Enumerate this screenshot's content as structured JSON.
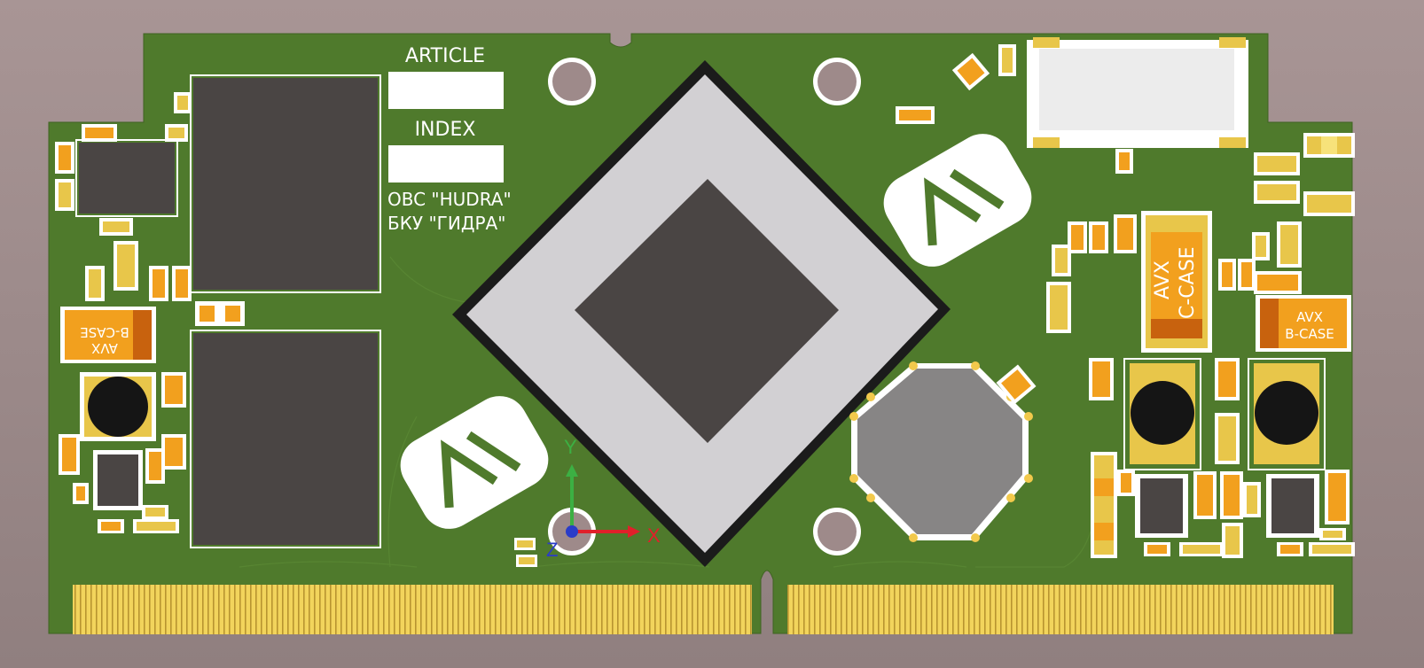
{
  "board": {
    "silkscreen": {
      "article_label": "ARTICLE",
      "index_label": "INDEX",
      "product_name_latin": "OBC \"HUDRA\"",
      "product_name_cyrillic": "БКУ \"ГИДРА\""
    },
    "capacitors": [
      {
        "id": "cap-c-case",
        "brand": "AVX",
        "case": "C-CASE"
      },
      {
        "id": "cap-b-case-left",
        "brand": "AVX",
        "case": "B-CASE"
      },
      {
        "id": "cap-b-case-right",
        "brand": "AVX",
        "case": "B-CASE"
      }
    ],
    "axes": {
      "x_label": "X",
      "y_label": "Y",
      "z_label": "Z"
    }
  },
  "colors": {
    "background": "#9a8787",
    "pcb_green": "#4f7a2c",
    "chip_dark": "#4a4544",
    "silk_white": "#ffffff",
    "gold_contact": "#e8c64a",
    "tantalum_orange": "#f2a01e",
    "axis_x": "#e0202a",
    "axis_y": "#3cb043",
    "axis_z": "#2a3cc8"
  }
}
